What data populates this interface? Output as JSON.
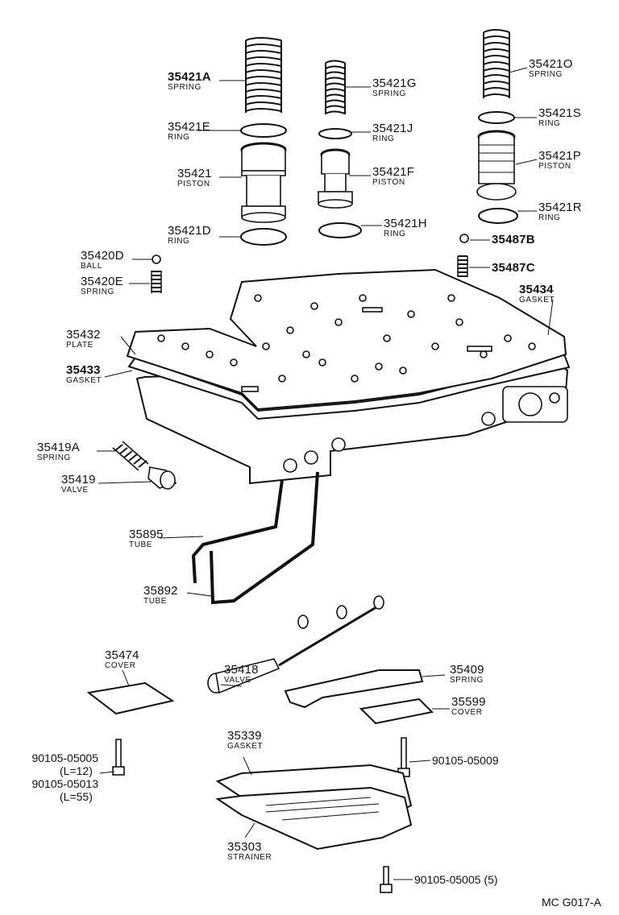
{
  "diagram_code": "MC G017-A",
  "callouts": [
    {
      "id": "c35421A",
      "number": "35421A",
      "name": "SPRING"
    },
    {
      "id": "c35421E",
      "number": "35421E",
      "name": "RING"
    },
    {
      "id": "c35421",
      "number": "35421",
      "name": "PISTON"
    },
    {
      "id": "c35421D",
      "number": "35421D",
      "name": "RING"
    },
    {
      "id": "c35421G",
      "number": "35421G",
      "name": "SPRING"
    },
    {
      "id": "c35421J",
      "number": "35421J",
      "name": "RING"
    },
    {
      "id": "c35421F",
      "number": "35421F",
      "name": "PISTON"
    },
    {
      "id": "c35421H",
      "number": "35421H",
      "name": "RING"
    },
    {
      "id": "c35421O",
      "number": "35421O",
      "name": "SPRING"
    },
    {
      "id": "c35421S",
      "number": "35421S",
      "name": "RING"
    },
    {
      "id": "c35421P",
      "number": "35421P",
      "name": "PISTON"
    },
    {
      "id": "c35421R",
      "number": "35421R",
      "name": "RING"
    },
    {
      "id": "c35487B",
      "number": "35487B",
      "name": ""
    },
    {
      "id": "c35487C",
      "number": "35487C",
      "name": ""
    },
    {
      "id": "c35420D",
      "number": "35420D",
      "name": "BALL"
    },
    {
      "id": "c35420E",
      "number": "35420E",
      "name": "SPRING"
    },
    {
      "id": "c35434",
      "number": "35434",
      "name": "GASKET"
    },
    {
      "id": "c35432",
      "number": "35432",
      "name": "PLATE"
    },
    {
      "id": "c35433",
      "number": "35433",
      "name": "GASKET"
    },
    {
      "id": "c35419A",
      "number": "35419A",
      "name": "SPRING"
    },
    {
      "id": "c35419",
      "number": "35419",
      "name": "VALVE"
    },
    {
      "id": "c35895",
      "number": "35895",
      "name": "TUBE"
    },
    {
      "id": "c35892",
      "number": "35892",
      "name": "TUBE"
    },
    {
      "id": "c35474",
      "number": "35474",
      "name": "COVER"
    },
    {
      "id": "c35418",
      "number": "35418",
      "name": "VALVE"
    },
    {
      "id": "c35409",
      "number": "35409",
      "name": "SPRING"
    },
    {
      "id": "c35599",
      "number": "35599",
      "name": "COVER"
    },
    {
      "id": "c35339",
      "number": "35339",
      "name": "GASKET"
    },
    {
      "id": "c35303",
      "number": "35303",
      "name": "STRAINER"
    }
  ],
  "bolts": [
    {
      "id": "b1",
      "lines": [
        "90105-05005",
        "(L=12)",
        "90105-05013",
        "(L=55)"
      ]
    },
    {
      "id": "b2",
      "lines": [
        "90105-05009"
      ]
    },
    {
      "id": "b3",
      "lines": [
        "90105-05005 (5)"
      ]
    }
  ]
}
